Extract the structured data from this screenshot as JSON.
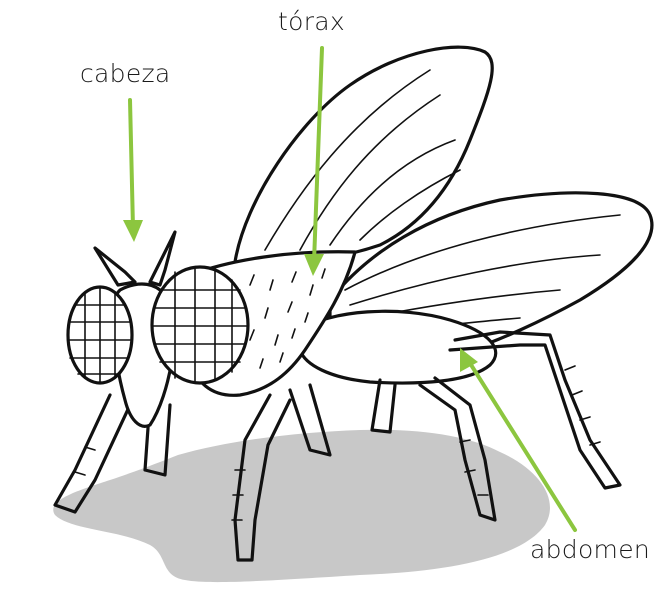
{
  "labels": {
    "head": "cabeza",
    "thorax": "tórax",
    "abdomen": "abdomen"
  },
  "colors": {
    "arrow": "#8cc63f",
    "shadow": "#c8c8c8",
    "ink": "#111111"
  }
}
